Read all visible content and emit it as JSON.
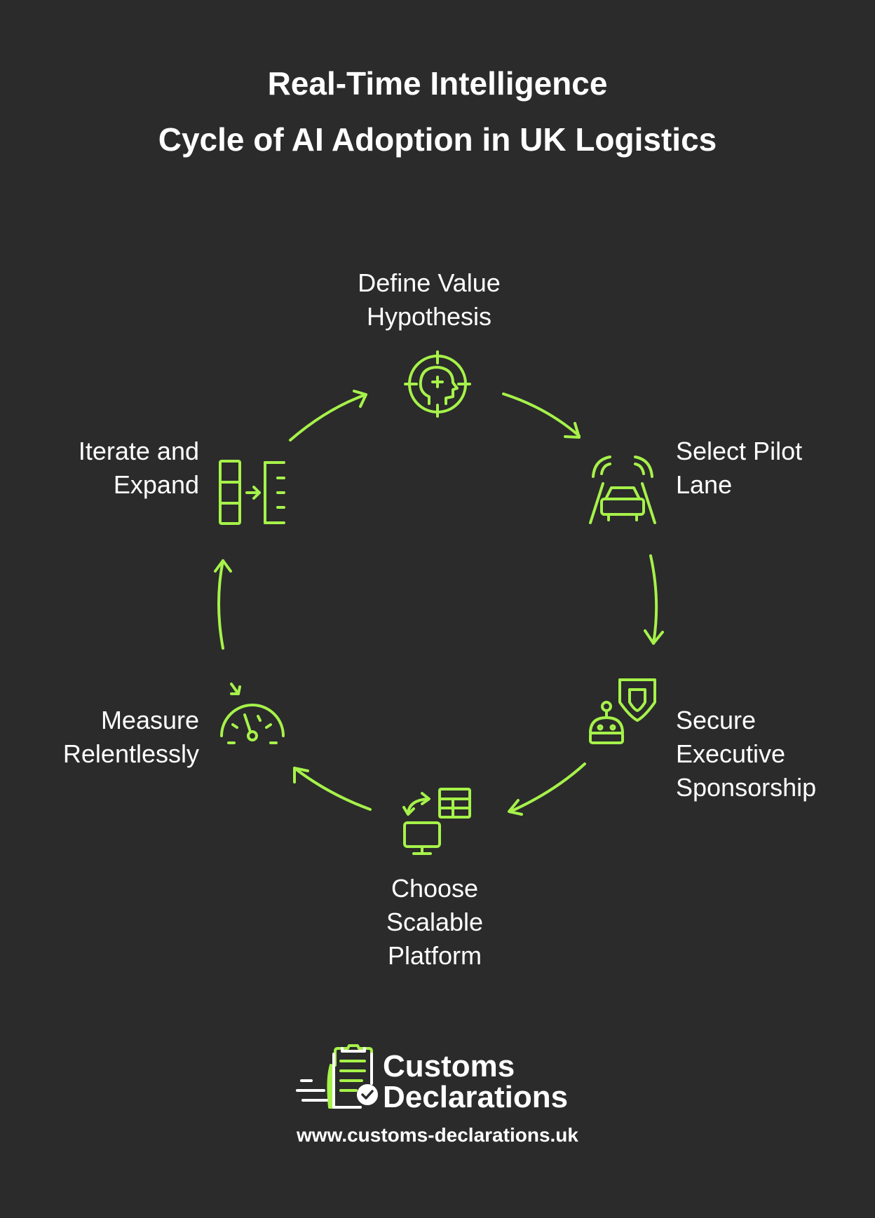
{
  "title": {
    "line1": "Real-Time Intelligence",
    "line2": "Cycle of AI Adoption in UK Logistics"
  },
  "accent_color": "#a6f24a",
  "steps": [
    {
      "id": "define",
      "icon": "target-head-icon",
      "lines": [
        "Define Value",
        "Hypothesis"
      ]
    },
    {
      "id": "pilot",
      "icon": "car-lane-icon",
      "lines": [
        "Select Pilot",
        "Lane"
      ]
    },
    {
      "id": "sponsor",
      "icon": "robot-shield-icon",
      "lines": [
        "Secure",
        "Executive",
        "Sponsorship"
      ]
    },
    {
      "id": "platform",
      "icon": "monitor-table-icon",
      "lines": [
        "Choose",
        "Scalable",
        "Platform"
      ]
    },
    {
      "id": "measure",
      "icon": "gauge-icon",
      "lines": [
        "Measure",
        "Relentlessly"
      ]
    },
    {
      "id": "iterate",
      "icon": "columns-expand-icon",
      "lines": [
        "Iterate and",
        "Expand"
      ]
    }
  ],
  "brand": {
    "name_line1": "Customs",
    "name_line2": "Declarations",
    "url": "www.customs-declarations.uk",
    "logo_icon": "clipboard-check-icon"
  }
}
